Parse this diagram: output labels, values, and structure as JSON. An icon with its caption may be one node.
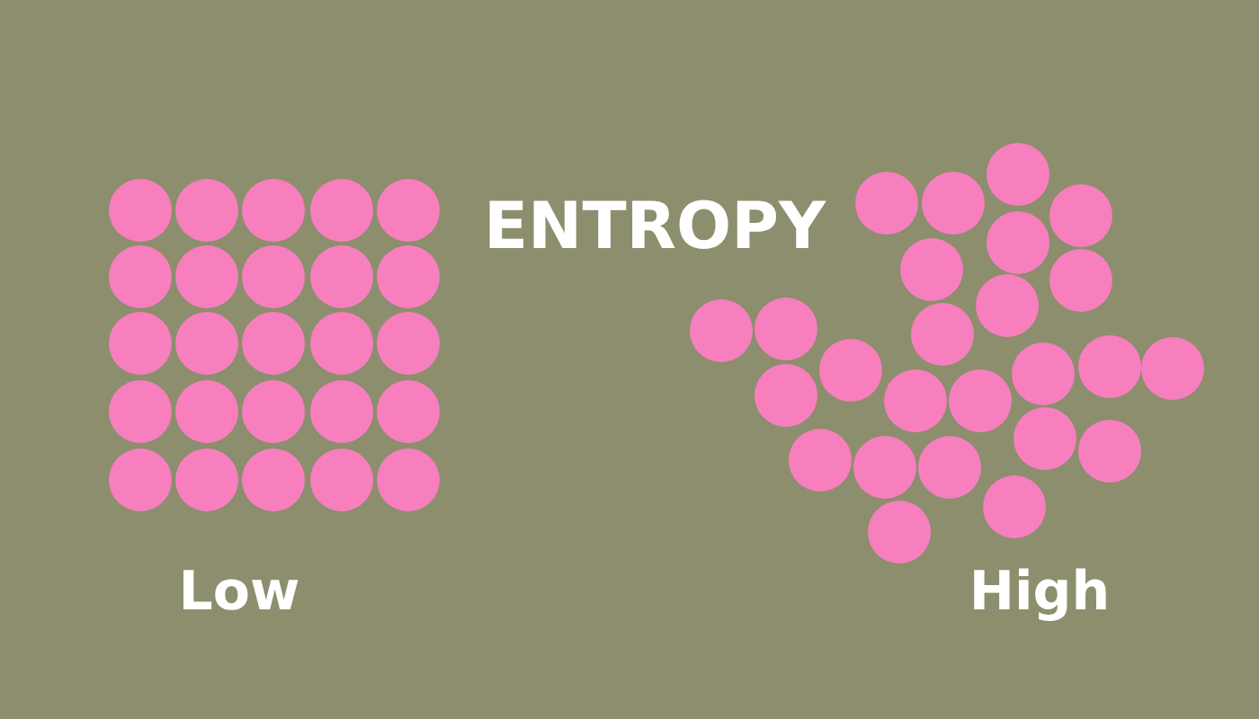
{
  "diagram": {
    "title": "ENTROPY",
    "labels": [
      "Low",
      "High"
    ]
  }
}
